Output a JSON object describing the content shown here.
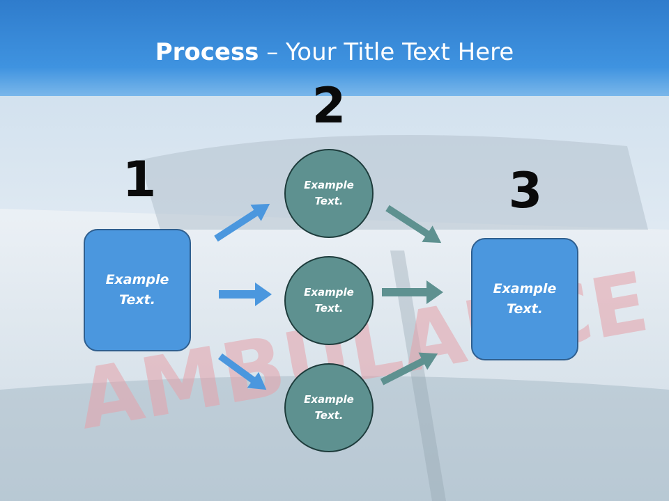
{
  "slide": {
    "title_bold": "Process",
    "title_rest": " – Your Title Text Here",
    "background_word": "AMBULANCE",
    "steps": [
      "1",
      "2",
      "3"
    ],
    "nodes": {
      "left": "Example Text.",
      "top": "Example Text.",
      "middle": "Example Text.",
      "bottom": "Example Text.",
      "right": "Example Text."
    }
  },
  "colors": {
    "header": "#3f93e0",
    "box_fill": "#4b97de",
    "circle_fill": "#5e9190",
    "arrow_blue": "#4b97de",
    "arrow_teal": "#5e9190"
  }
}
